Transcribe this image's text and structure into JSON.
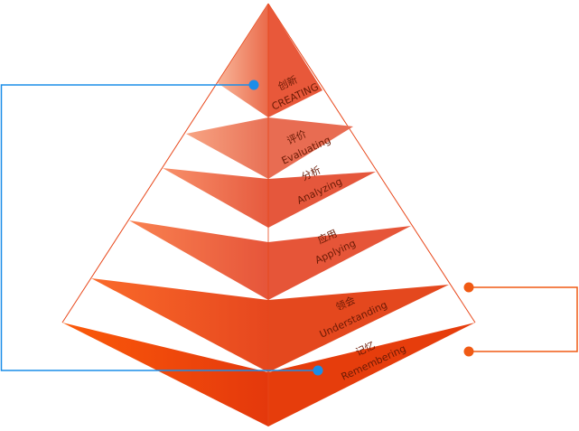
{
  "layers": [
    {
      "zh": "创新",
      "en": "CREATING"
    },
    {
      "zh": "评价",
      "en": "Evaluating"
    },
    {
      "zh": "分析",
      "en": "Analyzing"
    },
    {
      "zh": "应用",
      "en": "Applying"
    },
    {
      "zh": "领会",
      "en": "Understanding"
    },
    {
      "zh": "记忆",
      "en": "Remembering"
    }
  ],
  "colors": {
    "connector_blue": "#1a8de8",
    "connector_orange": "#f05a14",
    "outline": "#e8471a"
  }
}
